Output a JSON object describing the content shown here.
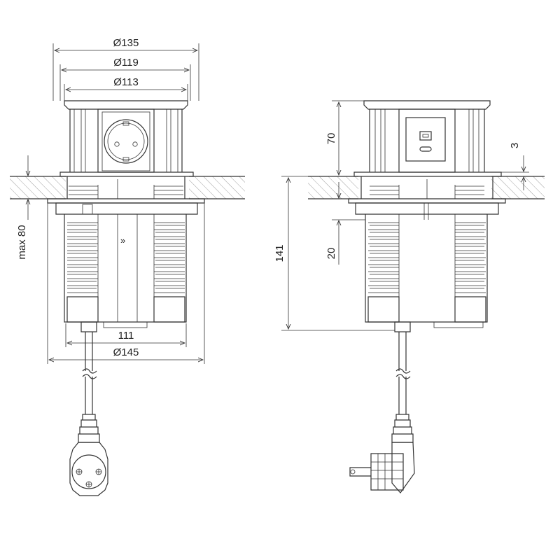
{
  "front_view": {
    "dimensions": {
      "d135": "Ø135",
      "d119": "Ø119",
      "d113": "Ø113",
      "d111": "111",
      "d145": "Ø145",
      "max80": "max 80"
    },
    "chevron_mark": "»"
  },
  "side_view": {
    "dimensions": {
      "h70": "70",
      "h3": "3",
      "h141": "141",
      "h20": "20"
    }
  },
  "colors": {
    "line": "#333333",
    "hatch": "#888888",
    "ghost": "#9a9a9a"
  }
}
